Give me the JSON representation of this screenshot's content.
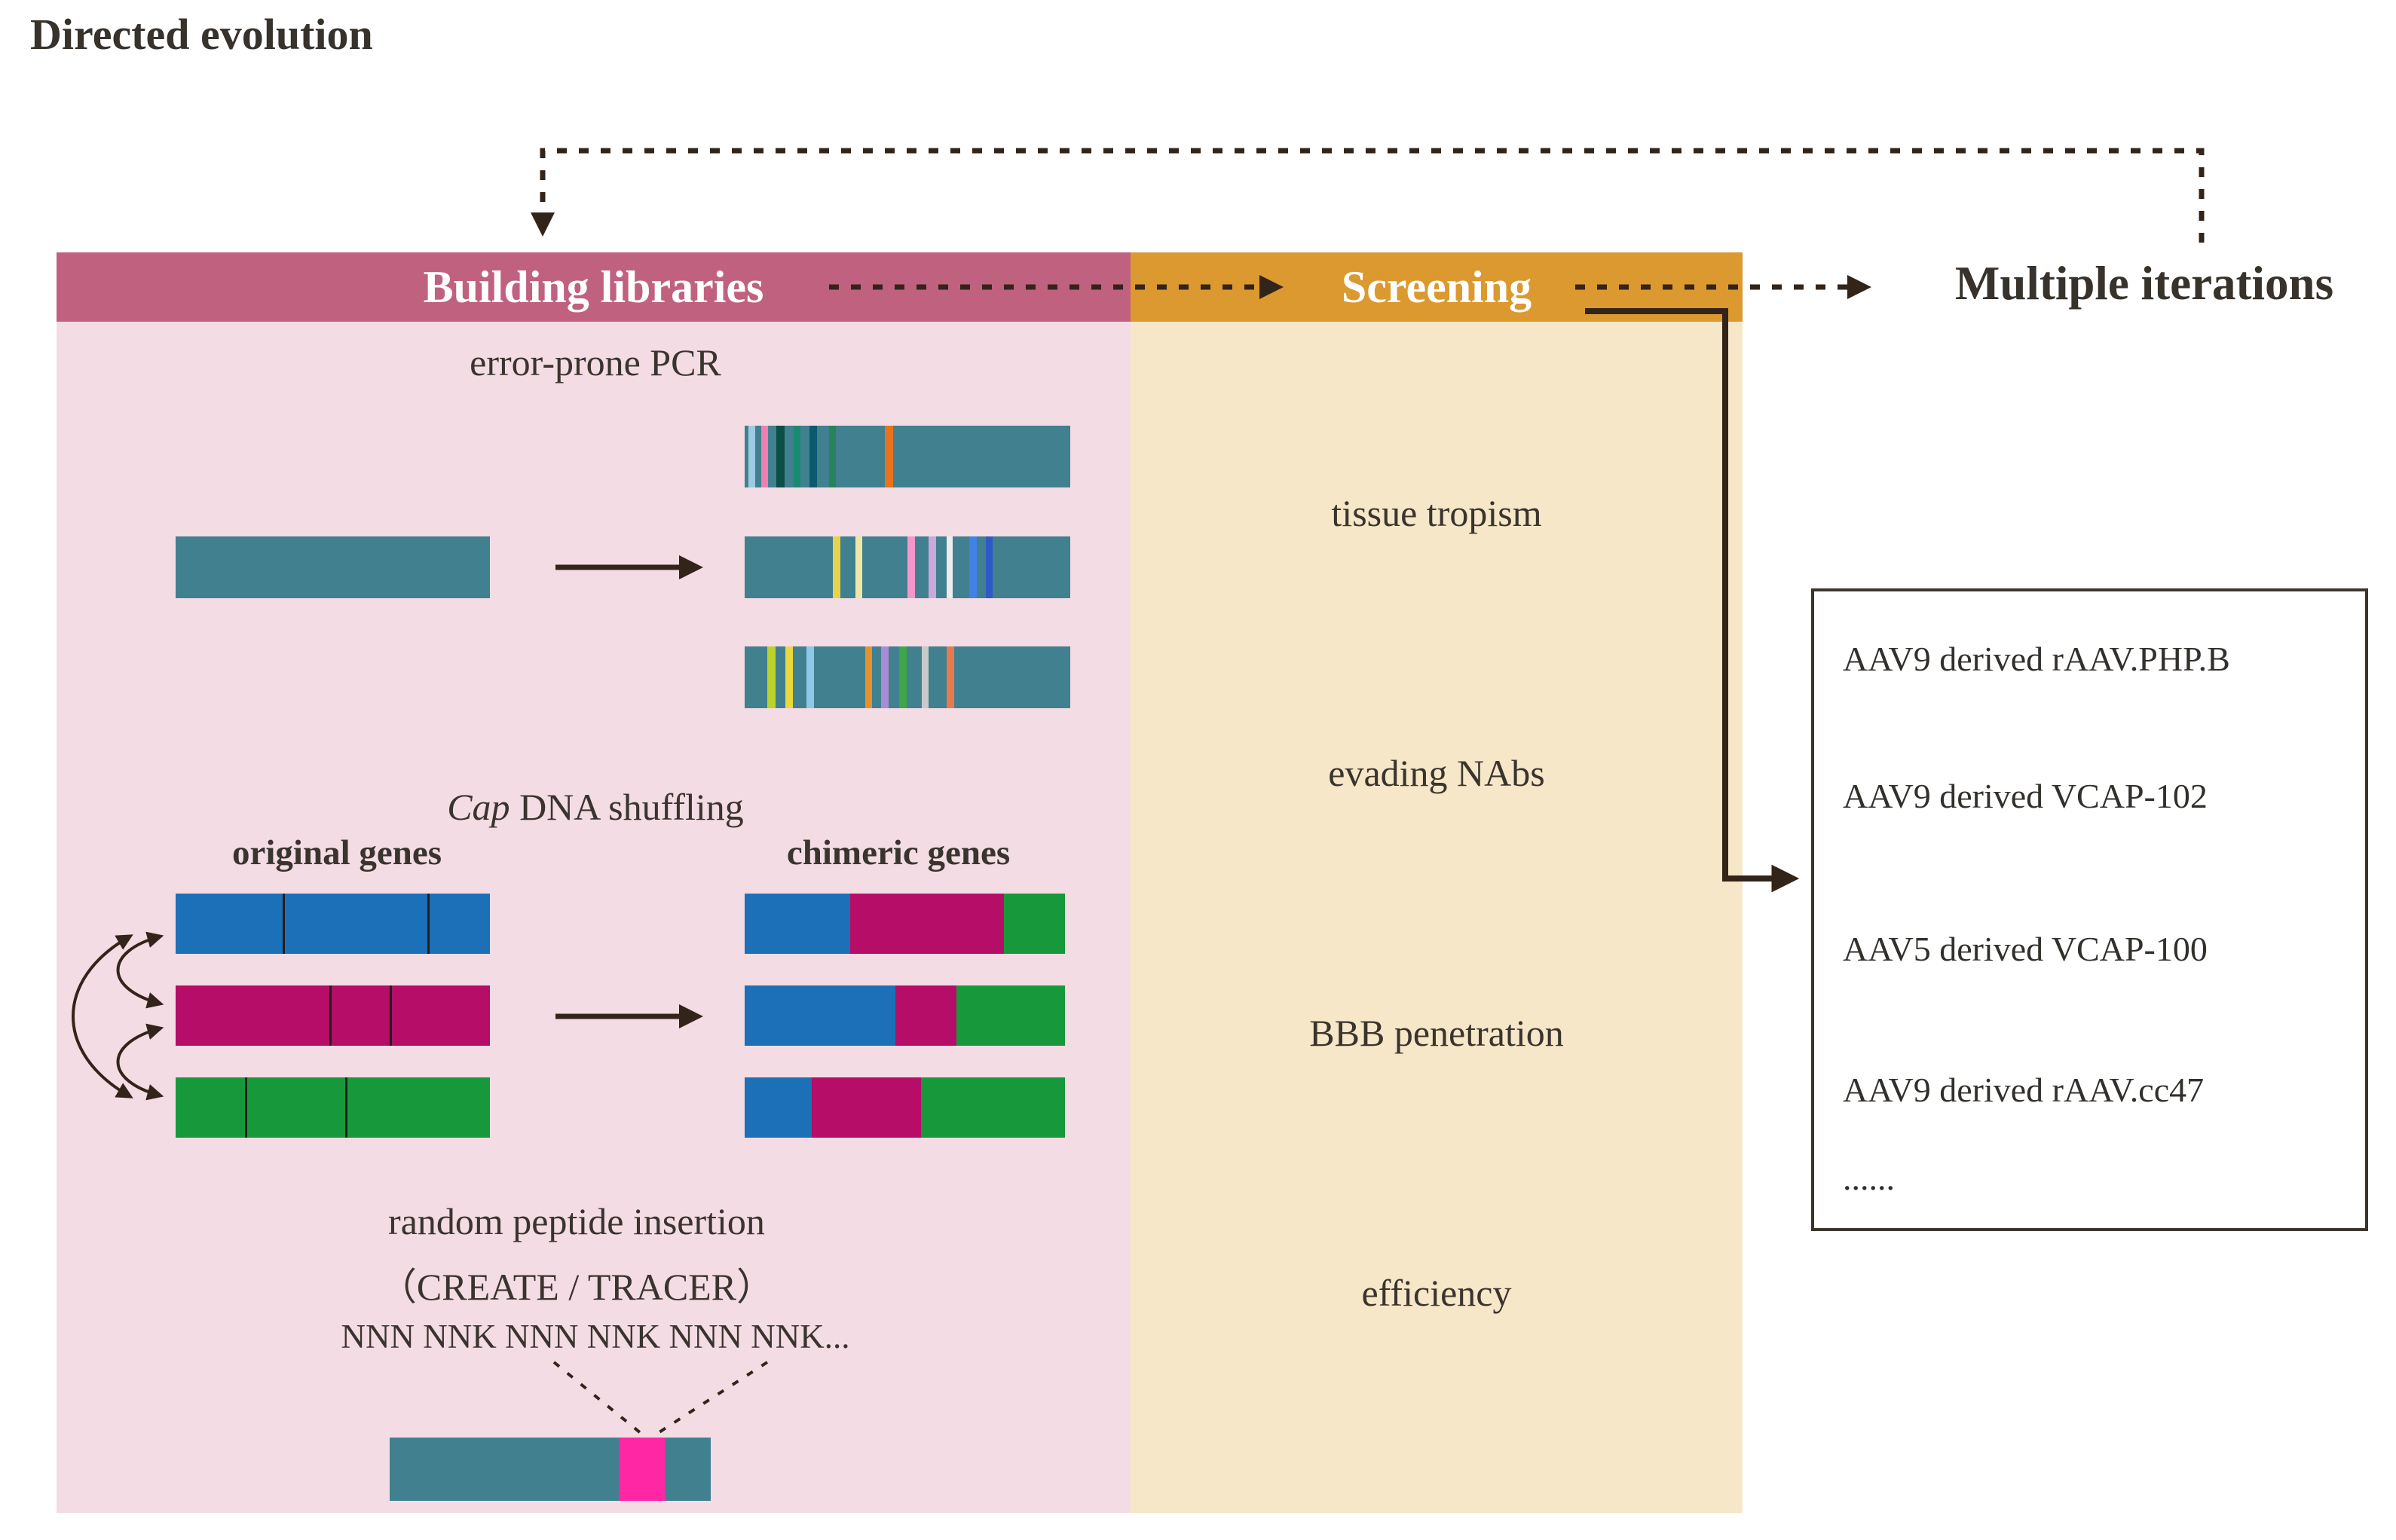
{
  "title": "Directed evolution",
  "iterations_label": "Multiple iterations",
  "building": {
    "header": "Building libraries",
    "epcr": {
      "title": "error-prone PCR",
      "source": {
        "base": "#41808F"
      },
      "products": [
        {
          "base": "#41808F",
          "stripes": [
            [
              0.012,
              0.02,
              "#9CCBE3"
            ],
            [
              0.05,
              0.022,
              "#EE7FB1"
            ],
            [
              0.098,
              0.024,
              "#0C4F45"
            ],
            [
              0.15,
              0.022,
              "#1A8A6E"
            ],
            [
              0.2,
              0.022,
              "#0A5A70"
            ],
            [
              0.26,
              0.02,
              "#27835B"
            ],
            [
              0.43,
              0.026,
              "#E8731F"
            ]
          ]
        },
        {
          "base": "#41808F",
          "stripes": [
            [
              0.27,
              0.024,
              "#E8D44A"
            ],
            [
              0.34,
              0.02,
              "#EFE6A8"
            ],
            [
              0.5,
              0.024,
              "#F597CB"
            ],
            [
              0.565,
              0.022,
              "#C9A8DC"
            ],
            [
              0.62,
              0.02,
              "#EDEDED"
            ],
            [
              0.69,
              0.024,
              "#3F82E8"
            ],
            [
              0.74,
              0.022,
              "#2E59C9"
            ]
          ]
        },
        {
          "base": "#41808F",
          "stripes": [
            [
              0.07,
              0.024,
              "#BCD22A"
            ],
            [
              0.125,
              0.024,
              "#EAD83C"
            ],
            [
              0.19,
              0.022,
              "#8FC7E8"
            ],
            [
              0.37,
              0.022,
              "#E8912B"
            ],
            [
              0.42,
              0.022,
              "#A98BD8"
            ],
            [
              0.475,
              0.022,
              "#3FA648"
            ],
            [
              0.545,
              0.02,
              "#C9C9C9"
            ],
            [
              0.62,
              0.024,
              "#E87A50"
            ]
          ]
        }
      ]
    },
    "shuffling": {
      "title_cap": "Cap",
      "title_rest": " DNA shuffling",
      "original_label": "original genes",
      "chimeric_label": "chimeric genes",
      "original": [
        {
          "base": "#1C70B8",
          "dividers": [
            0.34,
            0.8
          ]
        },
        {
          "base": "#B50D68",
          "dividers": [
            0.49,
            0.68
          ]
        },
        {
          "base": "#17993B",
          "dividers": [
            0.22,
            0.54
          ]
        }
      ],
      "chimeric": [
        {
          "segments": [
            [
              0.33,
              "#1C70B8"
            ],
            [
              0.48,
              "#B50D68"
            ],
            [
              0.19,
              "#17993B"
            ]
          ]
        },
        {
          "segments": [
            [
              0.47,
              "#1C70B8"
            ],
            [
              0.19,
              "#B50D68"
            ],
            [
              0.34,
              "#17993B"
            ]
          ]
        },
        {
          "segments": [
            [
              0.21,
              "#1C70B8"
            ],
            [
              0.34,
              "#B50D68"
            ],
            [
              0.45,
              "#17993B"
            ]
          ]
        }
      ]
    },
    "peptide": {
      "line1": "random peptide insertion",
      "line2": "（CREATE / TRACER）",
      "line3": "NNN NNK NNN NNK NNN NNK...",
      "bar": {
        "base": "#41808F",
        "stripes": [
          [
            0.714,
            0.143,
            "#FF27A3"
          ]
        ]
      }
    }
  },
  "screening": {
    "header": "Screening",
    "items": [
      "tissue tropism",
      "evading NAbs",
      "BBB penetration",
      "efficiency"
    ]
  },
  "results": {
    "items": [
      "AAV9 derived rAAV.PHP.B",
      "AAV9 derived VCAP-102",
      "AAV5 derived VCAP-100",
      "AAV9 derived rAAV.cc47",
      "......"
    ]
  },
  "colors": {
    "building_header_bg": "#C06180",
    "building_body_bg": "#F3DCE4",
    "screening_header_bg": "#DB9930",
    "screening_body_bg": "#F6E7C8",
    "teal": "#41808F",
    "blue": "#1C70B8",
    "magenta": "#B50D68",
    "green": "#17993B",
    "insert_pink": "#FF27A3",
    "arrow": "#33241A"
  }
}
